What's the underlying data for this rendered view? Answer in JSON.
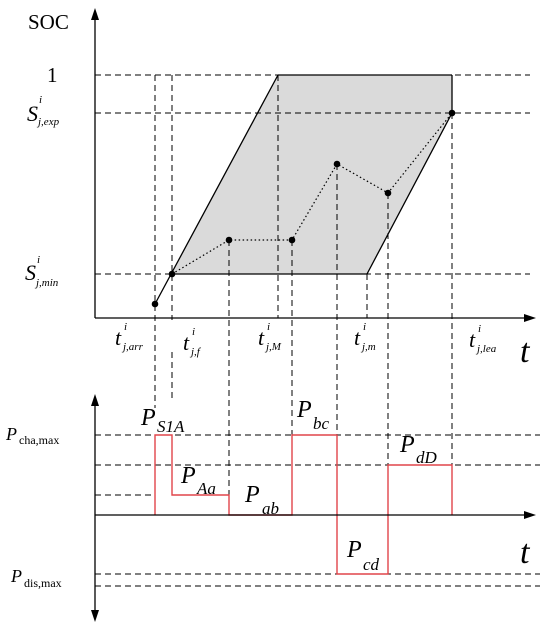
{
  "colors": {
    "region_fill": "#dadada",
    "power_line": "#e0454a",
    "ink": "#000000"
  },
  "top": {
    "y_axis_label": "SOC",
    "y_labels": {
      "one": "1",
      "s_exp": {
        "base": "S",
        "sup": "i",
        "sub": "j,exp"
      },
      "s_min": {
        "base": "S",
        "sup": "i",
        "sub": "j,min"
      }
    },
    "x_labels": {
      "arr": {
        "base": "t",
        "sup": "i",
        "sub": "j,arr"
      },
      "f": {
        "base": "t",
        "sup": "i",
        "sub": "j,f"
      },
      "M": {
        "base": "t",
        "sup": "i",
        "sub": "j,M"
      },
      "m": {
        "base": "t",
        "sup": "i",
        "sub": "j,m"
      },
      "lea": {
        "base": "t",
        "sup": "i",
        "sub": "j,lea"
      }
    },
    "x_axis_label": "t"
  },
  "bottom": {
    "y_labels": {
      "cha_max": {
        "base": "P",
        "sub": "cha,max"
      },
      "dis_max": {
        "base": "P",
        "sub": "dis,max"
      }
    },
    "segment_labels": {
      "s1a": {
        "base": "P",
        "sub": "S1A"
      },
      "aa": {
        "base": "P",
        "sub": "Aa"
      },
      "ab": {
        "base": "P",
        "sub": "ab"
      },
      "bc": {
        "base": "P",
        "sub": "bc"
      },
      "cd": {
        "base": "P",
        "sub": "cd"
      },
      "dd": {
        "base": "P",
        "sub": "dD"
      }
    },
    "x_axis_label": "t"
  }
}
